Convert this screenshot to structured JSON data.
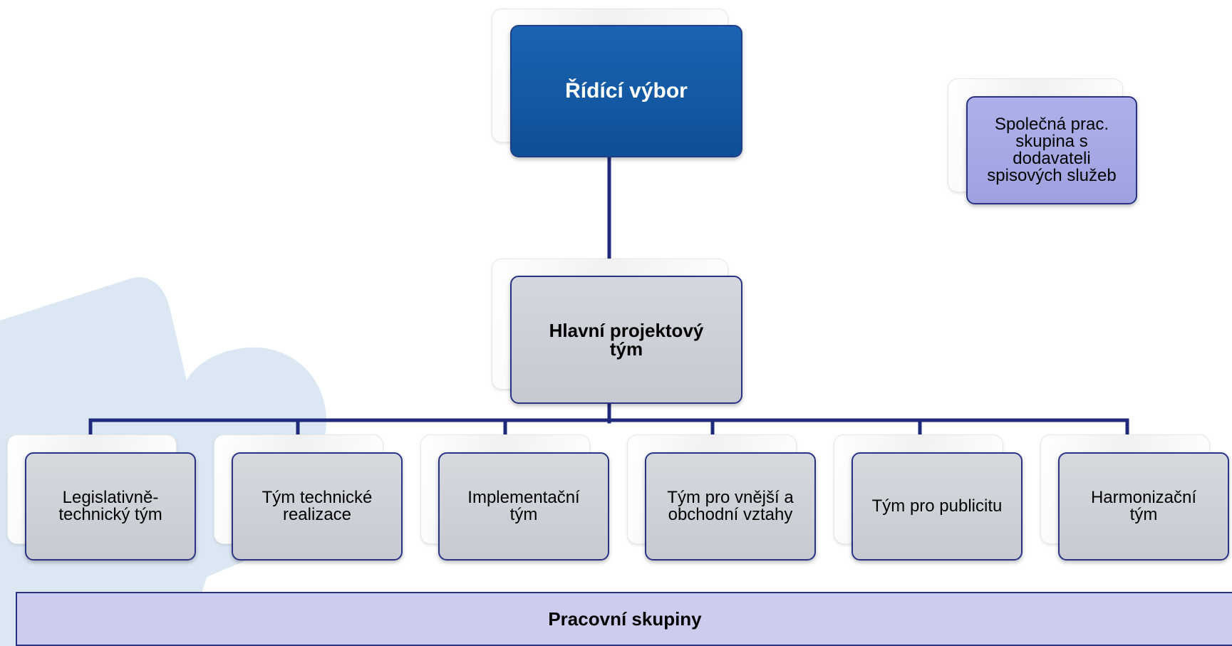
{
  "diagram": {
    "top_node": {
      "label": "Řídící výbor"
    },
    "main_node": {
      "label": "Hlavní projektový\ntým"
    },
    "side_node": {
      "label": "Společná prac.\nskupina s\ndodavateli\nspisových služeb"
    },
    "teams": [
      {
        "label": "Legislativně-\ntechnický tým"
      },
      {
        "label": "Tým technické\nrealizace"
      },
      {
        "label": "Implementační\ntým"
      },
      {
        "label": "Tým pro vnější  a\nobchodní vztahy"
      },
      {
        "label": "Tým pro publicitu"
      },
      {
        "label": "Harmonizační\ntým"
      }
    ],
    "bottom_bar": {
      "label": "Pracovní skupiny"
    }
  },
  "colors": {
    "top_node_fill": "#0e4f96",
    "node_fill": "#c7cad1",
    "side_node_fill": "#a3a6e3",
    "bottom_bar_fill": "#cccdee",
    "connector": "#1f2a7a",
    "background_puzzle": "#dbe8f3"
  }
}
